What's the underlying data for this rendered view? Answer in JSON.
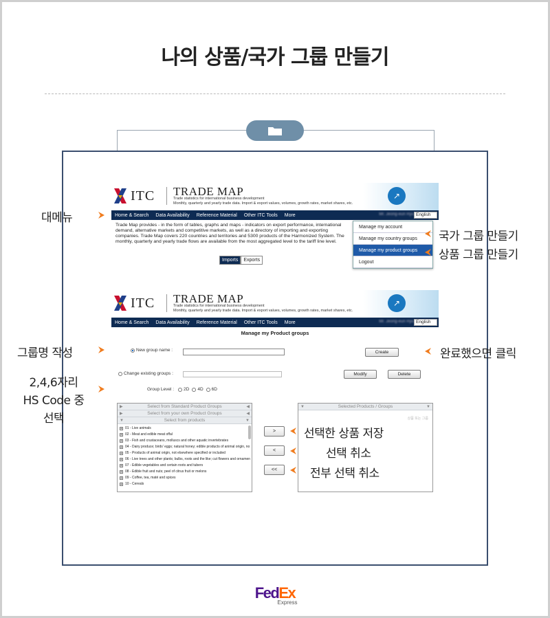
{
  "page": {
    "title": "나의 상품/국가 그룹 만들기"
  },
  "screenshot1": {
    "brand": "ITC",
    "app_title": "TRADE MAP",
    "subtitle_line1": "Trade statistics for international business development",
    "subtitle_line2": "Monthly, quarterly and yearly trade data. Import & export values, volumes, growth rates, market shares, etc.",
    "nav": [
      "Home & Search",
      "Data Availability",
      "Reference Material",
      "Other ITC Tools",
      "More"
    ],
    "user_name": "Mr. Jeong-eun Ryu",
    "language": "English",
    "body_text": "Trade Map provides - in the form of tables, graphs and maps - indicators on export performance, international demand, alternative markets and competitive markets, as well as a directory of importing and exporting companies. Trade Map covers 220 countries and territories and 5300 products of the Harmonized System. The monthly, quarterly and yearly trade flows are available from the most aggregated level to the tariff line level.",
    "tabs": [
      "Imports",
      "Exports"
    ],
    "dropdown": [
      "Manage my account",
      "Manage my country groups",
      "Manage my product groups",
      "Logout"
    ]
  },
  "screenshot2": {
    "brand": "ITC",
    "app_title": "TRADE MAP",
    "subtitle_line1": "Trade statistics for international business development",
    "subtitle_line2": "Monthly, quarterly and yearly trade data. Import & export values, volumes, growth rates, market shares, etc.",
    "nav": [
      "Home & Search",
      "Data Availability",
      "Reference Material",
      "Other ITC Tools",
      "More"
    ],
    "user_name": "Mr. Jeong-eun Ryu",
    "language": "English",
    "page_heading": "Manage my Product groups",
    "new_group_label": "New group name :",
    "create_button": "Create",
    "change_existing_label": "Change existing groups :",
    "modify_button": "Modify",
    "delete_button": "Delete",
    "group_level_label": "Group Level :",
    "group_levels": [
      "2D",
      "4D",
      "6D"
    ],
    "left_panel_heads": [
      "Select from Standard Product Groups",
      "Select from your own Product Groups",
      "Select from products"
    ],
    "right_panel_head": "Selected Products / Groups",
    "right_panel_placeholder": "상품 또는 그룹",
    "products": [
      "01 - Live animals",
      "02 - Meat and edible meat offal",
      "03 - Fish and crustaceans, molluscs and other aquatic invertebrates",
      "04 - Dairy produce; birds' eggs; natural honey; edible products of animal origin, no",
      "05 - Products of animal origin, not elsewhere specified or included",
      "06 - Live trees and other plants; bulbs, roots and the like; cut flowers and ornamen",
      "07 - Edible vegetables and certain roots and tubers",
      "08 - Edible fruit and nuts; peel of citrus fruit or melons",
      "09 - Coffee, tea, maté and spices",
      "10 - Cereals"
    ],
    "move_buttons": [
      ">",
      "<",
      "<<"
    ]
  },
  "annotations": {
    "main_menu": "대메뉴",
    "country_group": "국가 그룹 만들기",
    "product_group": "상품 그룹 만들기",
    "write_group_name": "그룹명 작성",
    "click_when_done": "완료했으면 클릭",
    "hs_code_line1": "2,4,6자리",
    "hs_code_line2": "HS Code 중",
    "hs_code_line3": "선택",
    "save_selected": "선택한 상품 저장",
    "cancel_selection": "선택 취소",
    "cancel_all": "전부 선택 취소"
  },
  "footer": {
    "brand_fed": "Fed",
    "brand_ex": "Ex",
    "brand_sub": "Express"
  },
  "colors": {
    "nav_bg": "#0e2b53",
    "annotation_arrow": "#f07c1e",
    "selected_item": "#1f5aa8",
    "fedex_purple": "#4d148c",
    "fedex_orange": "#ff6600"
  }
}
